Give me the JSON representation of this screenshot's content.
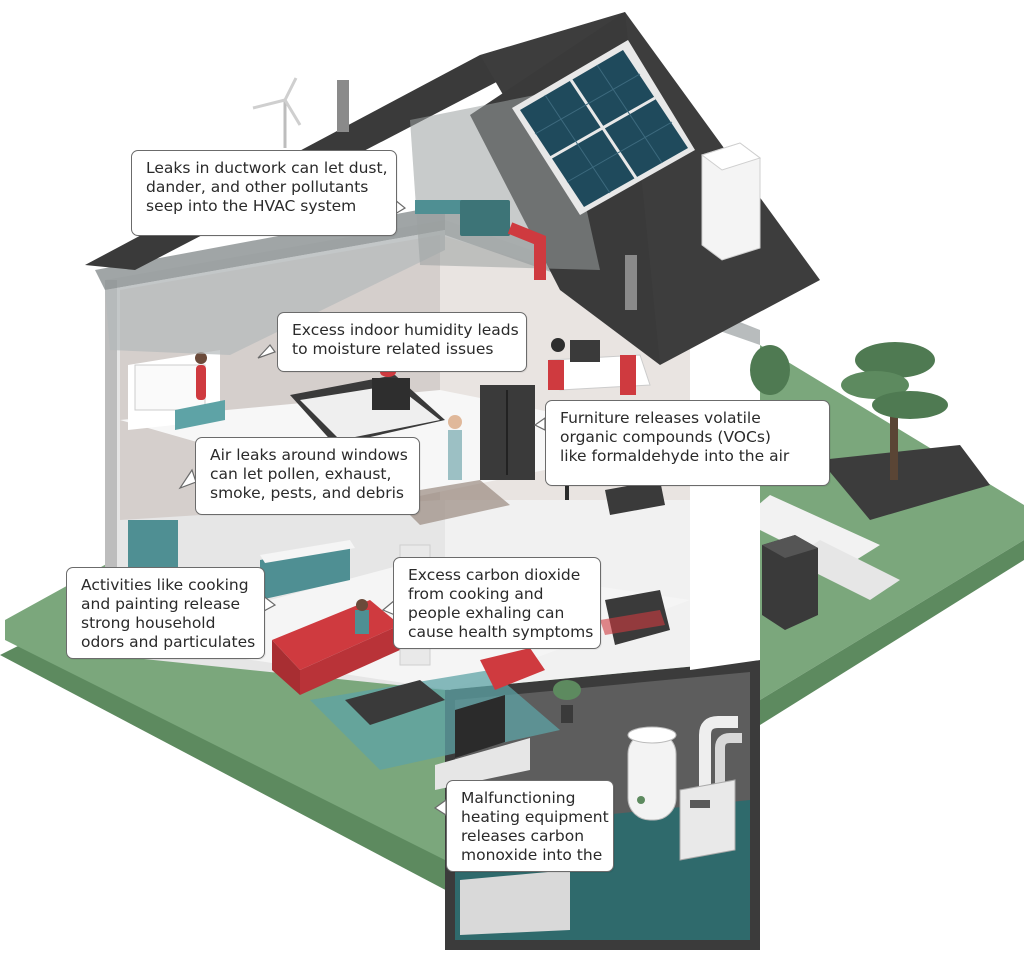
{
  "callouts": {
    "ductwork": [
      "Leaks in ductwork can let dust,",
      "dander, and other pollutants",
      "seep into the HVAC system"
    ],
    "humidity": [
      "Excess indoor humidity leads",
      "to moisture related issues"
    ],
    "furniture": [
      "Furniture releases volatile",
      "organic compounds (VOCs)",
      "like formaldehyde into the air"
    ],
    "windows": [
      "Air leaks around windows",
      "can let pollen, exhaust,",
      "smoke, pests, and debris"
    ],
    "cooking": [
      "Activities like cooking",
      "and painting release",
      "strong household",
      "odors and particulates"
    ],
    "co2": [
      "Excess carbon dioxide",
      "from cooking and",
      "people exhaling can",
      "cause health symptoms"
    ],
    "heating": [
      "Malfunctioning",
      "heating equipment",
      "releases carbon",
      "monoxide into the"
    ]
  },
  "icons": [
    "wind-turbine-icon",
    "solar-panel-icon",
    "chimney-icon",
    "tree-icon",
    "plant-icon",
    "sofa-icon",
    "tv-icon",
    "water-heater-icon",
    "furnace-icon",
    "ac-unit-icon",
    "hvac-unit-icon"
  ],
  "colors": {
    "ground": "#7ba77c",
    "roof": "#3a3a3a",
    "wall": "#ececec",
    "accent_red": "#cf3a3f",
    "accent_teal": "#4f8f93"
  }
}
